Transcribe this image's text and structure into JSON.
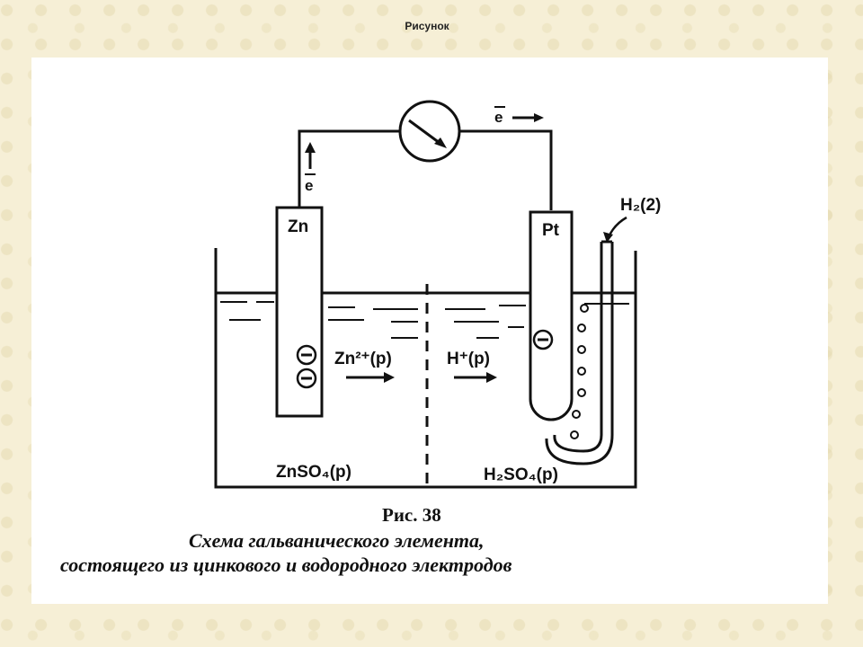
{
  "header": {
    "title": "Рисунок"
  },
  "diagram": {
    "electrode_left": "Zn",
    "electrode_right": "Pt",
    "gas_inlet": "H₂(2)",
    "electron_label_left": "e",
    "electron_label_top": "e",
    "ion_left": "Zn²⁺(р)",
    "ion_right": "H⁺(р)",
    "solution_left": "ZnSO₄(р)",
    "solution_right": "H₂SO₄(р)",
    "charge_symbol": "−"
  },
  "caption": {
    "number": "Рис. 38",
    "line1": "Схема гальванического элемента,",
    "line2": "состоящего из цинкового и водородного электродов"
  }
}
